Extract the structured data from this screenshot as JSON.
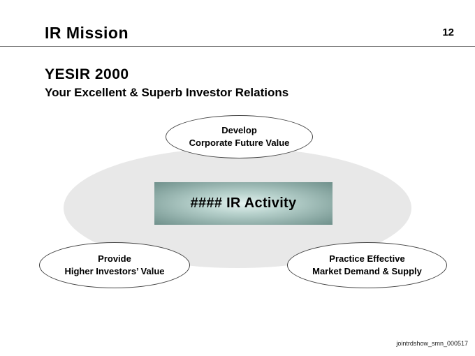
{
  "header": {
    "title": "IR Mission",
    "page_number": "12"
  },
  "headline": {
    "title": "YESIR 2000",
    "subtitle": "Your Excellent & Superb Investor Relations"
  },
  "diagram": {
    "center_label": "#### IR Activity",
    "ovals": {
      "top": {
        "line1": "Develop",
        "line2": "Corporate Future Value"
      },
      "left": {
        "line1": "Provide",
        "line2": "Higher Investors’ Value"
      },
      "right": {
        "line1": "Practice Effective",
        "line2": "Market Demand & Supply"
      }
    },
    "colors": {
      "backdrop": "#e8e8e8",
      "box_light": "#e4f2ef",
      "box_dark": "#6f908b"
    }
  },
  "footer": {
    "doc_id": "jointrdshow_smn_000517"
  }
}
